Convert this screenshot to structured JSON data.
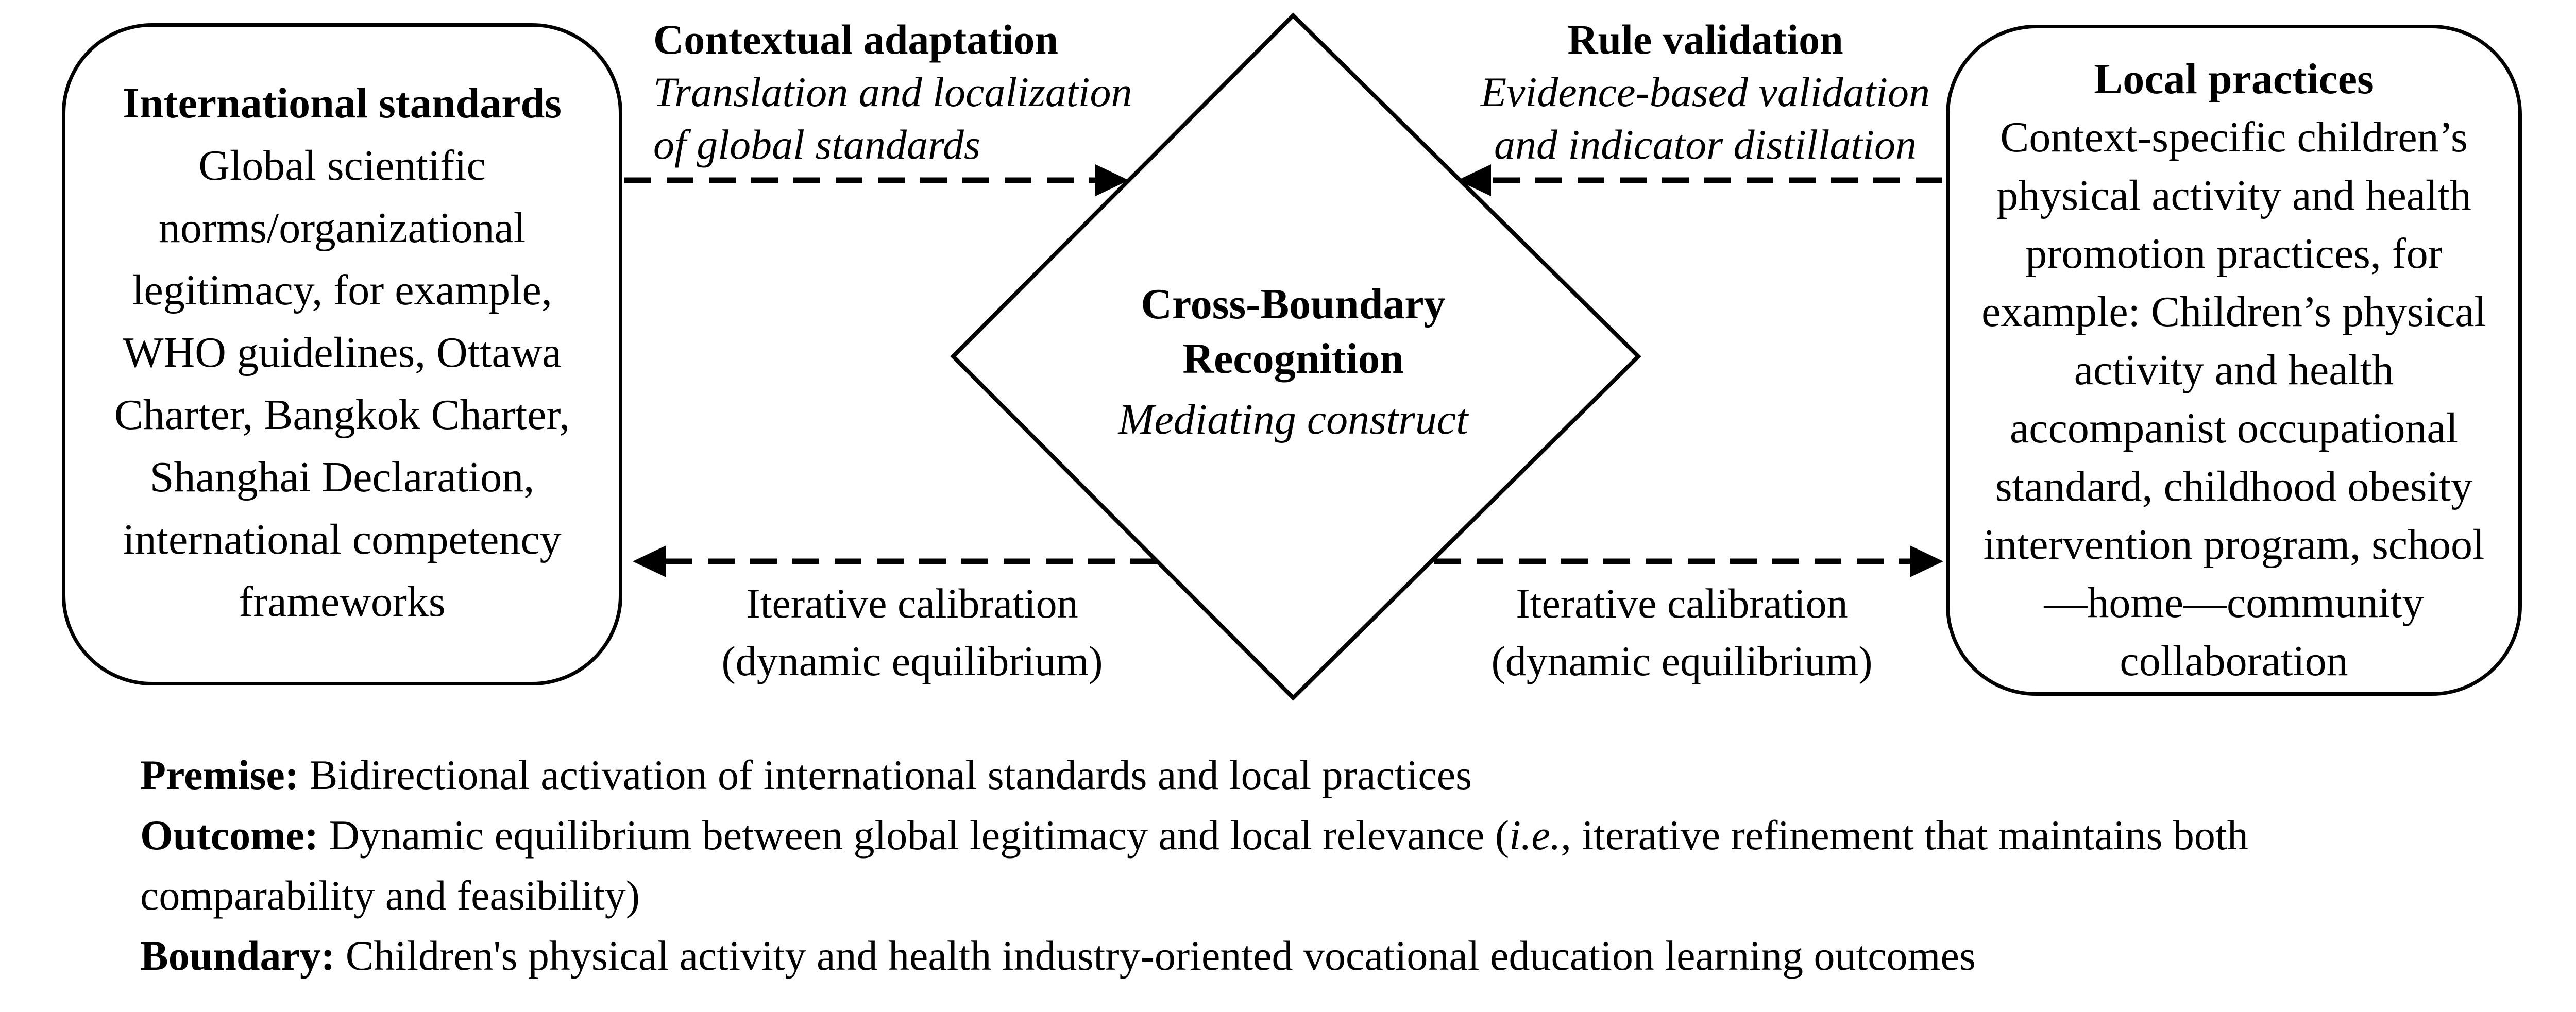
{
  "colors": {
    "ink": "#000000",
    "background": "#ffffff"
  },
  "diagram": {
    "left_box": {
      "title": "International standards",
      "body": "Global scientific norms/organizational legitimacy, for example, WHO guidelines, Ottawa Charter, Bangkok Charter, Shanghai Declaration, international competency frameworks"
    },
    "right_box": {
      "title": "Local practices",
      "body": "Context-specific children’s physical activity and health promotion practices, for example: Children’s physical activity and health accompanist occupational standard, childhood obesity intervention program, school—home—community collaboration"
    },
    "diamond": {
      "title_line1": "Cross-Boundary",
      "title_line2": "Recognition",
      "subtitle": "Mediating construct"
    },
    "top_left_arrow_label": {
      "title": "Contextual adaptation",
      "subtitle_line1": "Translation and localization",
      "subtitle_line2": "of global standards"
    },
    "top_right_arrow_label": {
      "title": "Rule validation",
      "subtitle_line1": "Evidence-based validation",
      "subtitle_line2": "and indicator distillation"
    },
    "bottom_left_arrow_label": {
      "line1": "Iterative calibration",
      "line2": "(dynamic equilibrium)"
    },
    "bottom_right_arrow_label": {
      "line1": "Iterative calibration",
      "line2": "(dynamic equilibrium)"
    }
  },
  "notes": {
    "premise_label": "Premise:",
    "premise_text": " Bidirectional activation of international standards and local practices",
    "outcome_label": "Outcome:",
    "outcome_text_before": " Dynamic equilibrium between global legitimacy and local relevance (",
    "outcome_italic": "i.e.",
    "outcome_text_after": ", iterative refinement that maintains both comparability and feasibility)",
    "boundary_label": "Boundary:",
    "boundary_text": " Children's physical activity and health industry-oriented vocational education learning outcomes"
  }
}
